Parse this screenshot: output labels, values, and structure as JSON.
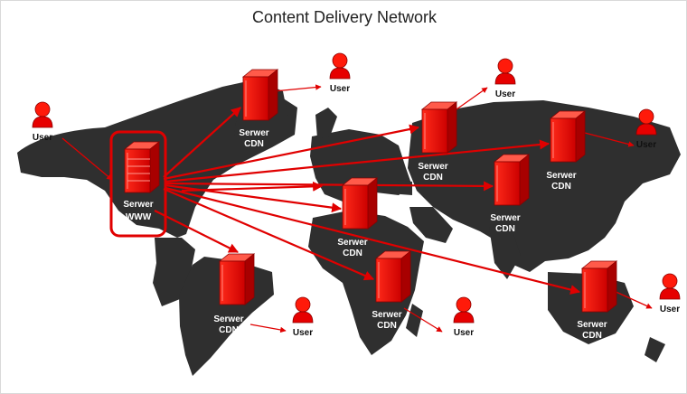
{
  "title": "Content Delivery Network",
  "colors": {
    "map": "#2f2f2f",
    "server": "#e60000",
    "arrow": "#e00000",
    "background": "#ffffff"
  },
  "origin_server": {
    "line1": "Serwer",
    "line2": "WWW"
  },
  "cdn_servers": [
    {
      "id": "north-america",
      "line1": "Serwer",
      "line2": "CDN"
    },
    {
      "id": "south-america",
      "line1": "Serwer",
      "line2": "CDN"
    },
    {
      "id": "europe-north",
      "line1": "Serwer",
      "line2": "CDN"
    },
    {
      "id": "europe-west",
      "line1": "Serwer",
      "line2": "CDN"
    },
    {
      "id": "africa",
      "line1": "Serwer",
      "line2": "CDN"
    },
    {
      "id": "russia",
      "line1": "Serwer",
      "line2": "CDN"
    },
    {
      "id": "asia",
      "line1": "Serwer",
      "line2": "CDN"
    },
    {
      "id": "australia",
      "line1": "Serwer",
      "line2": "CDN"
    }
  ],
  "users": [
    {
      "id": "user-americas",
      "label": "User"
    },
    {
      "id": "user-canada",
      "label": "User"
    },
    {
      "id": "user-europe",
      "label": "User"
    },
    {
      "id": "user-siberia",
      "label": "User"
    },
    {
      "id": "user-australia",
      "label": "User"
    },
    {
      "id": "user-south-america",
      "label": "User"
    },
    {
      "id": "user-africa",
      "label": "User"
    }
  ]
}
